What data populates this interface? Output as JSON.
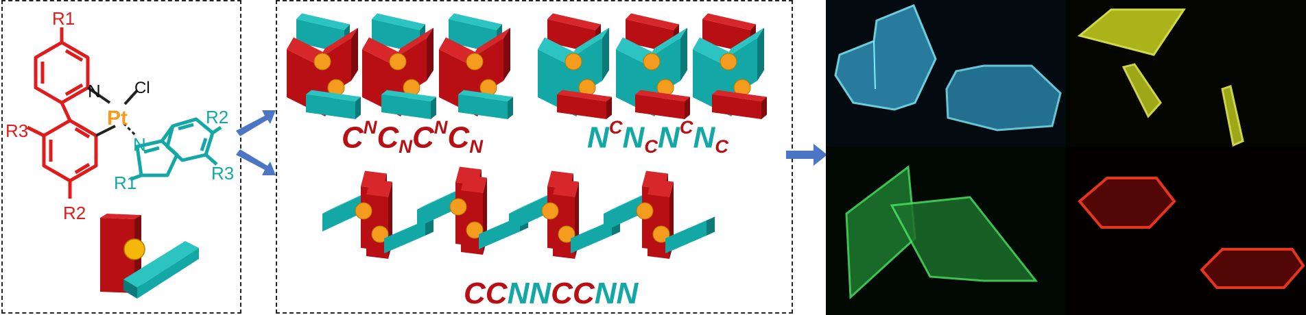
{
  "structure": {
    "r1_top": "R1",
    "r1_bottom": "R1",
    "r2_top": "R2",
    "r2_bottom": "R2",
    "r3_left": "R3",
    "r3_right": "R3",
    "n_top": "N",
    "n_bottom": "N",
    "pt": "Pt",
    "cl": "Cl"
  },
  "stacking": {
    "label_1": {
      "a": "C",
      "b": "N",
      "c": "C",
      "d": "N",
      "e": "C",
      "f": "N",
      "g": "C",
      "h": "N"
    },
    "label_2": {
      "a": "N",
      "b": "C",
      "c": "N",
      "d": "C",
      "e": "N",
      "f": "C",
      "g": "N",
      "h": "C"
    },
    "label_3": {
      "a": "CC",
      "b": "NN",
      "c": "CC",
      "d": "NN"
    }
  },
  "colors": {
    "red": "#B80F14",
    "red_dark": "#7E0A0E",
    "red_top": "#D7272B",
    "teal": "#13A8A6",
    "teal_dark": "#0B7A78",
    "teal_top": "#2CC4C1",
    "pt_orange": "#F39C1E",
    "arrow_blue": "#4A76C4",
    "crystal_cyan": "#4FD3E3",
    "crystal_yellow": "#E4F12A",
    "crystal_green": "#30C04A",
    "crystal_red": "#F02A1A"
  },
  "icons": [
    "arrow-right-icon"
  ]
}
